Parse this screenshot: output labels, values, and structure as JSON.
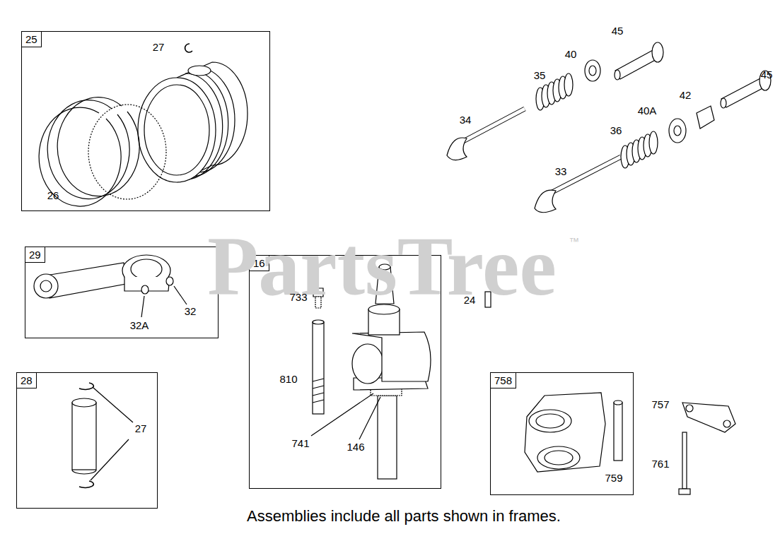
{
  "diagram": {
    "caption": "Assemblies include all parts shown in frames.",
    "nodes": [
      {
        "text": [
          "25"
        ]
      },
      {
        "text": [
          "29"
        ]
      },
      {
        "text": [
          "16"
        ]
      },
      {
        "text": [
          "28"
        ]
      },
      {
        "text": [
          "758"
        ]
      }
    ],
    "labels": [
      "27",
      "26",
      "45",
      "40",
      "45",
      "35",
      "42",
      "40A",
      "34",
      "36",
      "33",
      "PartsTree",
      "™",
      "32",
      "32A",
      "733",
      "24",
      "810",
      "741",
      "146",
      "27",
      "757",
      "761",
      "759"
    ]
  }
}
